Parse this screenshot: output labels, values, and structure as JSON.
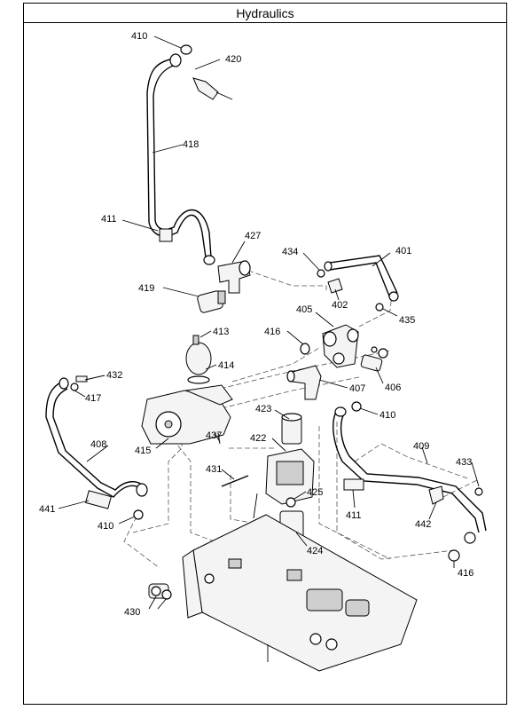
{
  "title": "Hydraulics",
  "labels": {
    "l410a": "410",
    "l420": "420",
    "l418": "418",
    "l411a": "411",
    "l427": "427",
    "l434": "434",
    "l401": "401",
    "l419": "419",
    "l402": "402",
    "l405": "405",
    "l435": "435",
    "l416a": "416",
    "l413": "413",
    "l414": "414",
    "l406": "406",
    "l432": "432",
    "l417": "417",
    "l407": "407",
    "l423": "423",
    "l410b": "410",
    "l415": "415",
    "l437": "437",
    "l422": "422",
    "l408": "408",
    "l409": "409",
    "l433": "433",
    "l431": "431",
    "l425": "425",
    "l411b": "411",
    "l442": "442",
    "l441": "441",
    "l410c": "410",
    "l424": "424",
    "l416b": "416",
    "l430": "430"
  }
}
